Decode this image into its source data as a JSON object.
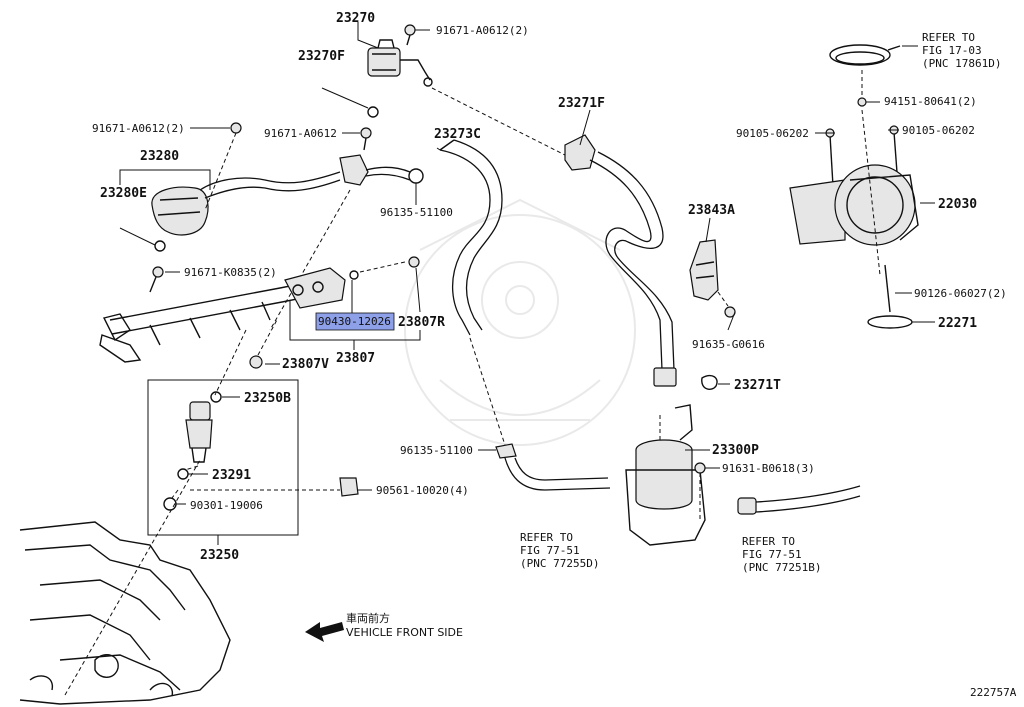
{
  "callouts": {
    "c23270": "23270",
    "c91671_a0612_2_top": "91671-A0612(2)",
    "c23270F": "23270F",
    "c91671_a0612_2_left": "91671-A0612(2)",
    "c91671_a0612": "91671-A0612",
    "c23280": "23280",
    "c23280E": "23280E",
    "c23273C": "23273C",
    "c96135_top": "96135-51100",
    "c91671_k0835": "91671-K0835(2)",
    "c90430": "90430-12026",
    "c23807R": "23807R",
    "c23807": "23807",
    "c23807V": "23807V",
    "c23250B": "23250B",
    "c23291": "23291",
    "c90301": "90301-19006",
    "c23250": "23250",
    "c90561": "90561-10020(4)",
    "c96135_bottom": "96135-51100",
    "c23271F": "23271F",
    "c23843A": "23843A",
    "c91635": "91635-G0616",
    "c23271T": "23271T",
    "c23300P": "23300P",
    "c91631": "91631-B0618(3)",
    "c94151": "94151-80641(2)",
    "c90105_a": "90105-06202",
    "c90105_b": "90105-06202",
    "c22030": "22030",
    "c90126": "90126-06027(2)",
    "c22271": "22271"
  },
  "refs": {
    "fig17_l1": "REFER TO",
    "fig17_l2": "FIG 17-03",
    "fig17_l3": "(PNC 17861D)",
    "fig77d_l1": "REFER TO",
    "fig77d_l2": "FIG 77-51",
    "fig77d_l3": "(PNC 77255D)",
    "fig77b_l1": "REFER TO",
    "fig77b_l2": "FIG 77-51",
    "fig77b_l3": "(PNC 77251B)"
  },
  "direction": {
    "jp": "車両前方",
    "en": "VEHICLE FRONT SIDE"
  },
  "diagram_id": "222757A",
  "highlight_color": "#8ea0e8"
}
